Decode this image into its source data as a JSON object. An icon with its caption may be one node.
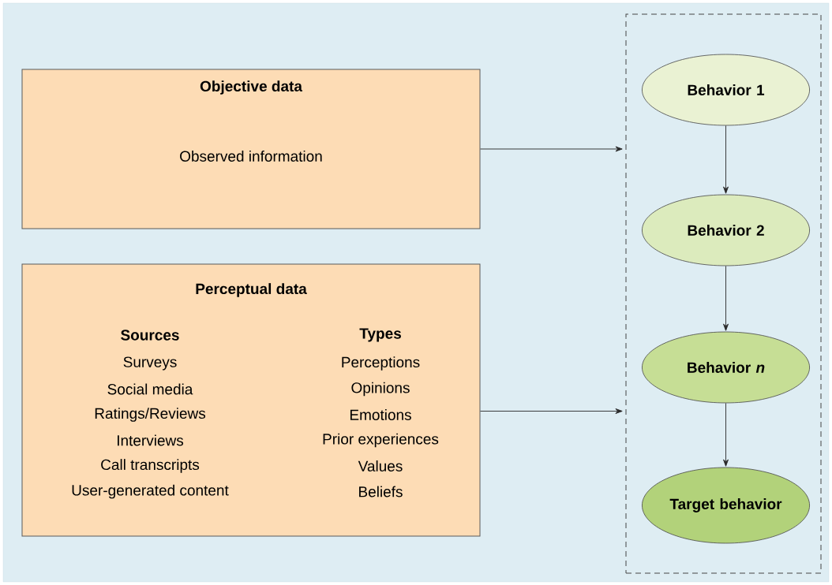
{
  "diagram": {
    "nodes": [
      {
        "text": [
          "Objective data",
          "Observed information"
        ]
      },
      {
        "text": [
          "Perceptual data",
          "Sources",
          "Surveys",
          "Social media",
          "Ratings/Reviews",
          "Interviews",
          "Call transcripts",
          "User-generated content",
          "Types",
          "Perceptions",
          "Opinions",
          "Emotions",
          "Prior experiences",
          "Values",
          "Beliefs"
        ]
      },
      {
        "text": [],
        "shape": "box"
      },
      {
        "text": [
          "Behavior 1"
        ],
        "in": 2
      },
      {
        "text": [
          "Behavior 2"
        ],
        "in": 2
      },
      {
        "text": [
          "Behavior *n*"
        ],
        "in": 2
      },
      {
        "text": [
          "Target behavior"
        ],
        "in": 2
      }
    ],
    "edges": [
      {
        "from": 0,
        "to": 2,
        "arrow": "to"
      },
      {
        "from": 1,
        "to": 2,
        "arrow": "to"
      },
      {
        "from": 3,
        "to": 4,
        "arrow": "to"
      },
      {
        "from": 4,
        "to": 5,
        "arrow": "to"
      },
      {
        "from": 5,
        "to": 6,
        "arrow": "to"
      }
    ]
  }
}
